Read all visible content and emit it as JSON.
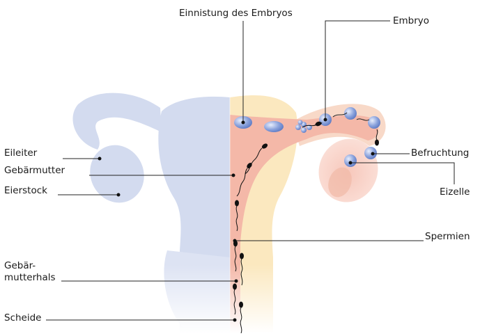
{
  "labels": {
    "implantation": "Einnistung des Embryos",
    "embryo": "Embryo",
    "fallopian_tube": "Eileiter",
    "uterus": "Gebärmutter",
    "ovary": "Eierstock",
    "fertilization": "Befruchtung",
    "egg_cell": "Eizelle",
    "sperm": "Spermien",
    "cervix_line1": "Gebär-",
    "cervix_line2": "mutterhals",
    "vagina": "Scheide"
  },
  "colors": {
    "organ_left": "#d3dbef",
    "organ_right_light": "#fbe8bf",
    "organ_right_pink": "#f4b8a8",
    "cell_blue": "#8aa2dc",
    "leader_line": "#222222"
  }
}
